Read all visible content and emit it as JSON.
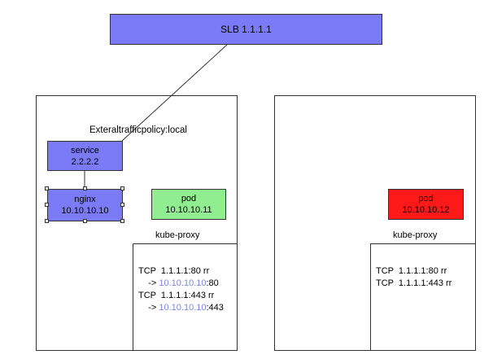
{
  "slb": {
    "label": "SLB 1.1.1.1",
    "color": "#7b7bf7"
  },
  "node1": {
    "policy_label": "Exteraltrafficpolicy:local",
    "service": {
      "line1": "service",
      "line2": "2.2.2.2",
      "color": "#7b7bf7"
    },
    "nginx": {
      "line1": "nginx",
      "line2": "10.10.10.10",
      "color": "#7b7bf7"
    },
    "pod": {
      "line1": "pod",
      "line2": "10.10.10.11",
      "color": "#90ee90"
    },
    "kube_proxy_label": "kube-proxy",
    "rules": {
      "r1_prefix": "TCP  1.1.1.1:80 rr",
      "r1_arrow": "    -> ",
      "r1_target": "10.10.10.10",
      "r1_suffix": ":80",
      "r2_prefix": "TCP  1.1.1.1:443 rr",
      "r2_arrow": "    -> ",
      "r2_target": "10.10.10.10",
      "r2_suffix": ":443"
    }
  },
  "node2": {
    "pod": {
      "line1": "pod",
      "line2": "10.10.10.12",
      "color": "#ff1a1a"
    },
    "kube_proxy_label": "kube-proxy",
    "rules": {
      "r1": "TCP  1.1.1.1:80 rr",
      "r2": "TCP  1.1.1.1:443 rr"
    }
  },
  "colors": {
    "highlight": "#7a85e6",
    "stroke": "#333333"
  }
}
